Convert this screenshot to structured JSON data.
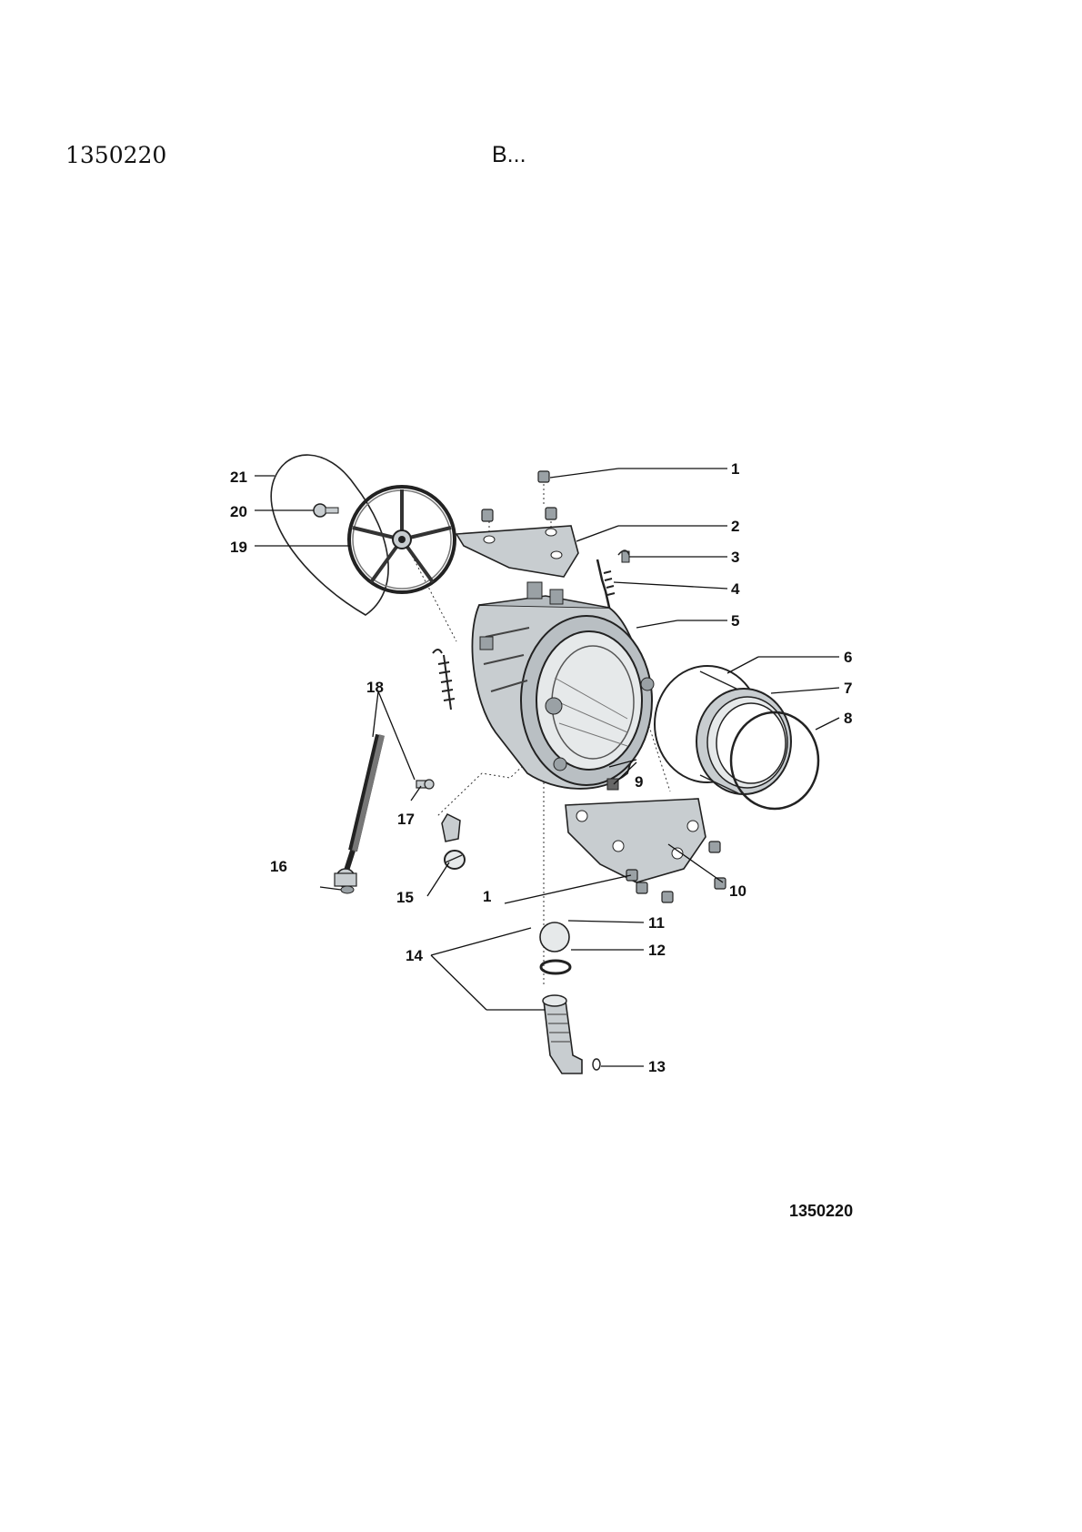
{
  "header": {
    "doc_code": "1350220",
    "section": "B..."
  },
  "figure": {
    "code": "1350220",
    "callouts": [
      "1",
      "2",
      "3",
      "4",
      "5",
      "6",
      "7",
      "8",
      "9",
      "10",
      "11",
      "12",
      "13",
      "14",
      "15",
      "16",
      "17",
      "18",
      "19",
      "20",
      "21"
    ],
    "callout_bottom_nut": "1"
  },
  "colors": {
    "part_fill": "#c8cdd0",
    "part_dark": "#7d8488",
    "line": "#111111"
  }
}
